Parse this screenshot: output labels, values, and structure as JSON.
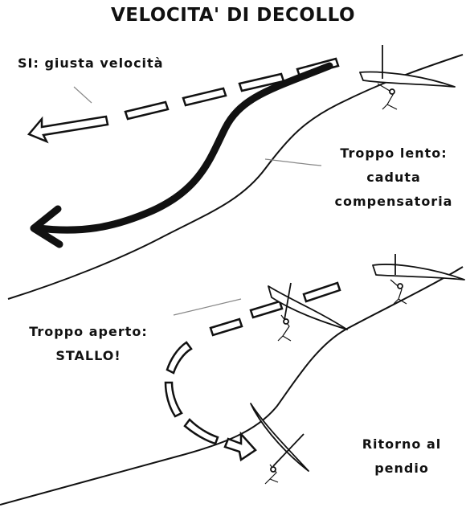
{
  "title": "VELOCITA' DI DECOLLO",
  "labels": {
    "correct_speed": "SI: giusta velocità",
    "too_slow": [
      "Troppo lento:",
      "caduta",
      "compensatoria"
    ],
    "too_open": [
      "Troppo aperto:",
      "STALLO!"
    ],
    "return": [
      "Ritorno al",
      "pendio"
    ]
  },
  "colors": {
    "ink": "#111111",
    "background": "#ffffff"
  }
}
